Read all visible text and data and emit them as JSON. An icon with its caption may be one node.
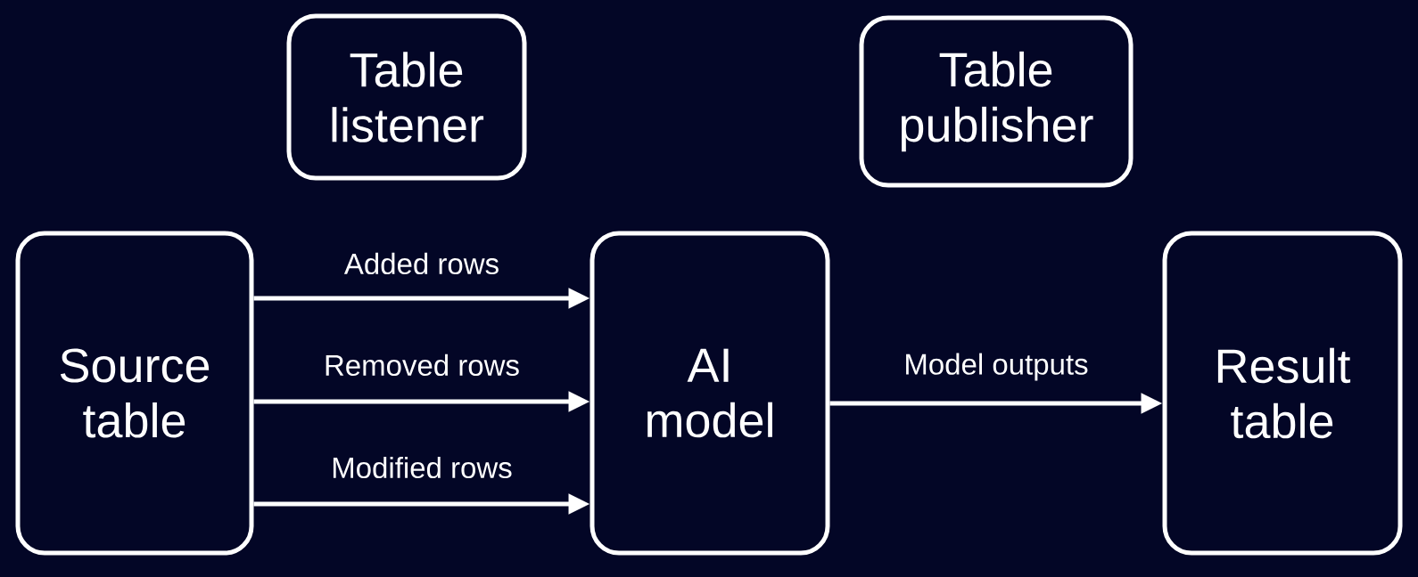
{
  "diagram": {
    "nodes": [
      {
        "text": [
          "Table listener"
        ]
      },
      {
        "text": [
          "Table publisher"
        ]
      },
      {
        "text": [
          "Source table"
        ]
      },
      {
        "text": [
          "AI model"
        ]
      },
      {
        "text": [
          "Result table"
        ]
      }
    ],
    "edges": [
      {
        "from": 2,
        "to": 3,
        "arrow": "to",
        "label": "Added rows"
      },
      {
        "from": 2,
        "to": 3,
        "arrow": "to",
        "label": "Removed rows"
      },
      {
        "from": 2,
        "to": 3,
        "arrow": "to",
        "label": "Modified rows"
      },
      {
        "from": 3,
        "to": 4,
        "arrow": "to",
        "label": "Model outputs"
      }
    ]
  }
}
